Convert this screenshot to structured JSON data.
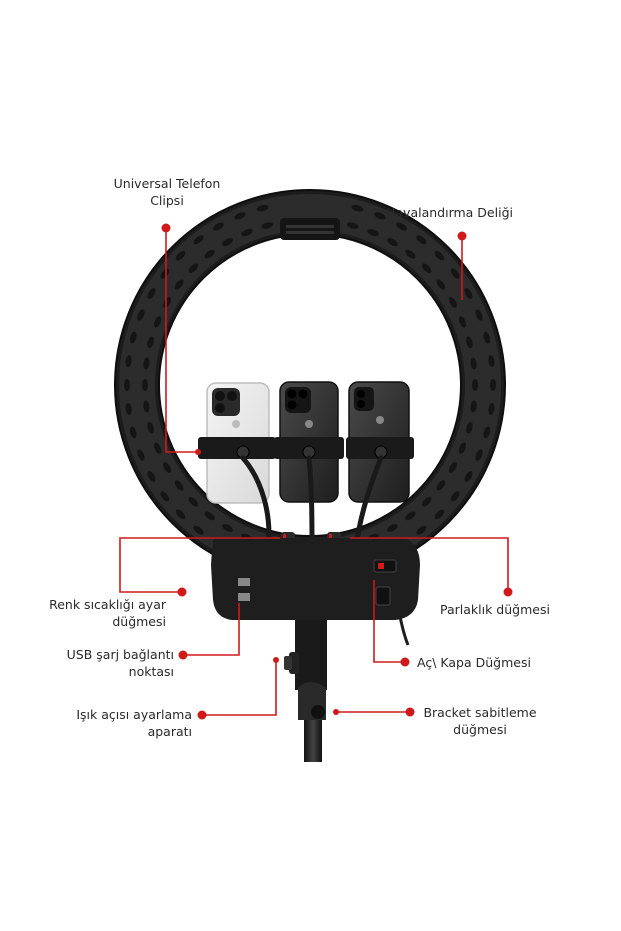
{
  "accent_color": "#d01a1a",
  "product": "ring-light-with-three-phone-holders",
  "labels": {
    "phone_clip": {
      "line1": "Universal Telefon",
      "line2": "Clipsi"
    },
    "vent": {
      "line1": "Havalandırma Deliği"
    },
    "color_temp": {
      "line1": "Renk sıcaklığı ayar",
      "line2": "düğmesi"
    },
    "brightness": {
      "line1": "Parlaklık düğmesi"
    },
    "usb": {
      "line1": "USB şarj bağlantı",
      "line2": "noktası"
    },
    "power": {
      "line1": "Aç\\ Kapa Düğmesi"
    },
    "angle": {
      "line1": "Işık açısı ayarlama",
      "line2": "aparatı"
    },
    "bracket": {
      "line1": "Bracket sabitleme",
      "line2": "düğmesi"
    }
  }
}
